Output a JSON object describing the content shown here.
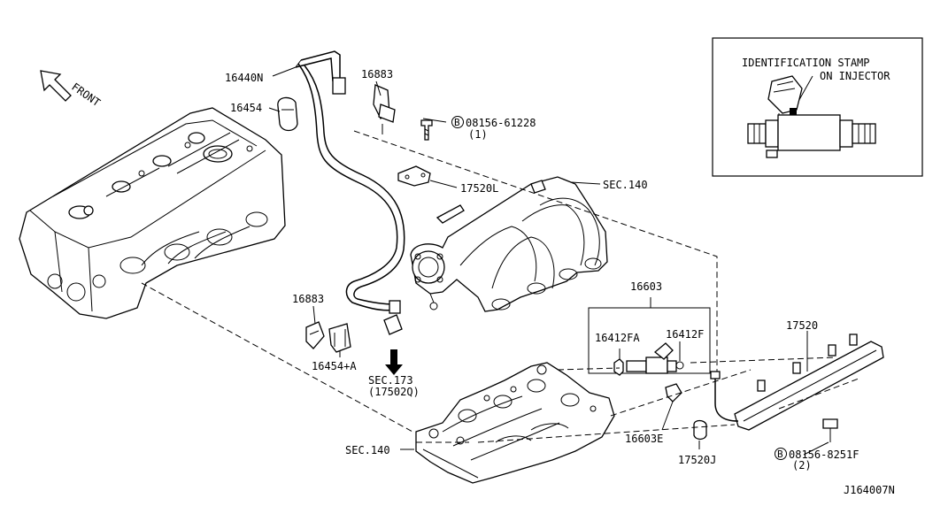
{
  "inset": {
    "line1": "IDENTIFICATION STAMP",
    "line2": "ON INJECTOR"
  },
  "front": "FRONT",
  "labels": {
    "p16440N": "16440N",
    "p16454": "16454",
    "p16883_top": "16883",
    "bolt_top": "08156-61228",
    "bolt_top_qty": "(1)",
    "p17520L": "17520L",
    "sec140_top": "SEC.140",
    "p16603": "16603",
    "p16412FA": "16412FA",
    "p16412F": "16412F",
    "p17520": "17520",
    "p16883_low": "16883",
    "p16454A": "16454+A",
    "sec173": "SEC.173",
    "sec173_ref": "(17502Q)",
    "sec140_bottom": "SEC.140",
    "p16603E": "16603E",
    "p17520J": "17520J",
    "bolt_bottom": "08156-8251F",
    "bolt_bottom_qty": "(2)",
    "diagram_id": "J164007N",
    "bolt_marker": "B"
  }
}
